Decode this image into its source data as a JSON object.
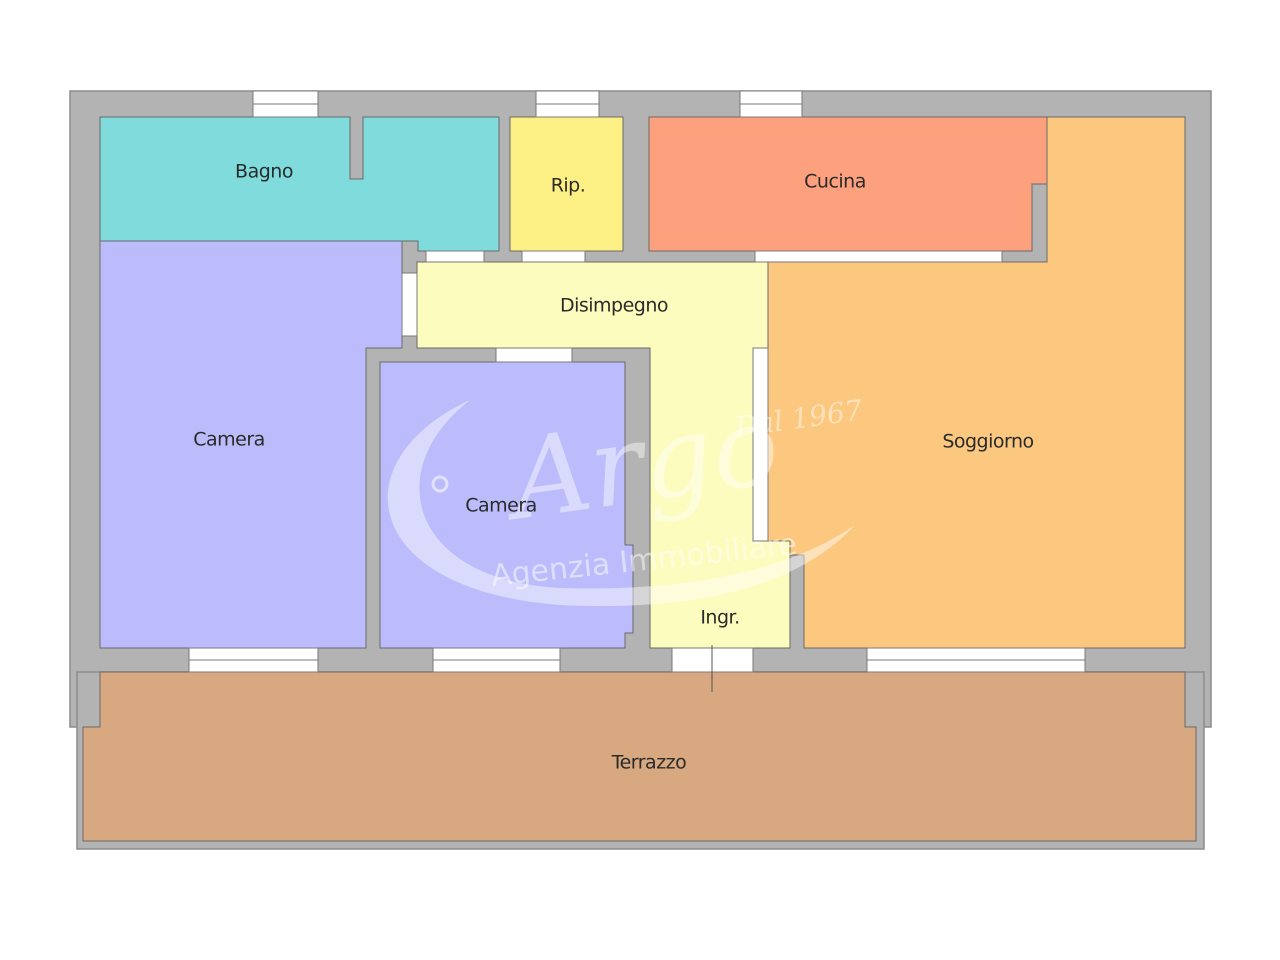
{
  "rooms": {
    "bagno": "Bagno",
    "ripostiglio": "Rip.",
    "cucina": "Cucina",
    "disimpegno": "Disimpegno",
    "camera_1": "Camera",
    "camera_2": "Camera",
    "soggiorno": "Soggiorno",
    "ingresso": "Ingr.",
    "terrazzo": "Terrazzo"
  },
  "watermark": {
    "brand": "Argo",
    "since": "Dal 1967",
    "tagline": "Agenzia Immobiliare"
  },
  "colors": {
    "wall": "#b3b3b3",
    "bagno": "#80dcdc",
    "ripostiglio": "#fcf084",
    "cucina": "#fca07e",
    "disimpegno": "#fcfcbe",
    "camera": "#bcbcfc",
    "soggiorno": "#fcc880",
    "terrazzo": "#d8a880"
  }
}
